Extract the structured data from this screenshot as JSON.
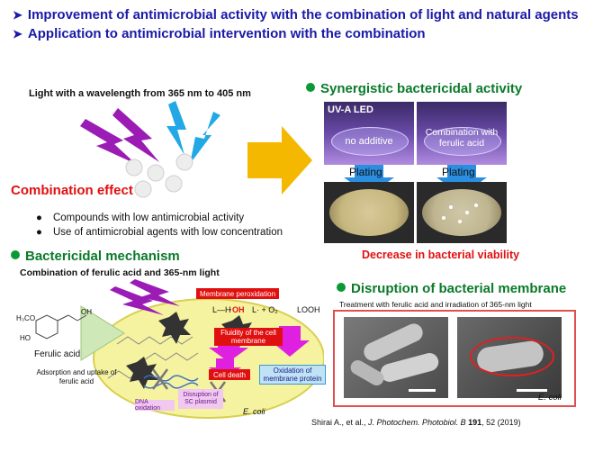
{
  "headers": [
    "Improvement of antimicrobial activity with the combination of light and natural agents",
    "Application to antimicrobial intervention with the combination"
  ],
  "light_label": "Light with a wavelength from 365 nm to 405 nm",
  "combination": {
    "title": "Combination effect",
    "bullets": [
      "Compounds with low antimicrobial activity",
      "Use of antimicrobial agents with low concentration"
    ]
  },
  "synergy": {
    "title": "Synergistic bactericidal activity",
    "uva_label": "UV-A LED",
    "left_label": "no additive",
    "right_label": "Combination with ferulic acid",
    "plating_left": "Plating",
    "plating_right": "Plating",
    "decrease": "Decrease in bacterial viability"
  },
  "mechanism": {
    "title": "Bactericidal mechanism",
    "subtitle": "Combination of ferulic acid and 365-nm light",
    "ferulic": "Ferulic acid",
    "h3co": "H₃CO",
    "ho": "HO",
    "oh": "OH",
    "adsorption": "Adsorption and uptake of ferulic acid",
    "membrane_perox": "Membrane peroxidation",
    "fluidity": "Fluidity of the cell membrane",
    "cell_death": "Cell death",
    "oxidation_protein": "Oxidation of membrane protein",
    "dna_oxidation": "DNA oxidation",
    "sc_plasmid": "Disruption of SC plasmid",
    "ecoli": "E. coli",
    "rx_lh": "L—H",
    "rx_oh": "·OH",
    "rx_lo2": "L· + O₂",
    "rx_looh": "LOOH"
  },
  "disruption": {
    "title": "Disruption of bacterial membrane",
    "subtitle": "Treatment with ferulic acid and irradiation of 365-nm light",
    "ecoli": "E. coli"
  },
  "citation": {
    "authors": "Shirai A., et al., ",
    "journal": "J. Photochem. Photobiol. B",
    "volume": "191",
    "rest": ", 52 (2019)"
  },
  "colors": {
    "header_blue": "#1a1aa8",
    "green": "#0a7a2a",
    "red": "#e01010",
    "purple_bolt": "#9b1bb5",
    "cyan_bolt": "#22a8e6",
    "arrow_yellow": "#f5b800",
    "magenta": "#e020e0"
  }
}
